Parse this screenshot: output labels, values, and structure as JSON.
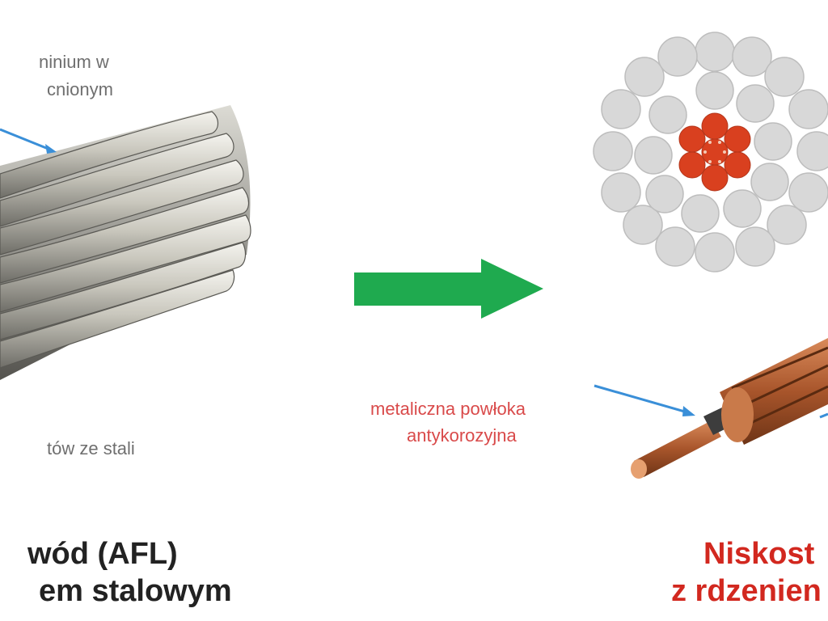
{
  "left": {
    "top_label_line1": "ninium w",
    "top_label_line2": "cnionym",
    "bottom_label": "tów ze stali",
    "caption_line1": "wód (AFL)",
    "caption_line2": "em stalowym"
  },
  "right": {
    "coating_label_line1": "metaliczna powłoka",
    "coating_label_line2": "antykorozyjna",
    "caption_line1": "Niskost",
    "caption_line2": "z rdzenien"
  },
  "colors": {
    "arrow": "#1faa4f",
    "label_red": "#d94a4a",
    "caption_red": "#d2281f",
    "pointer_blue": "#3a8fd8",
    "core_red": "#d9401f",
    "strand_gray": "#d8d8d8",
    "copper": "#a8552b"
  },
  "icons": {
    "transition_arrow": "arrow-right-icon"
  }
}
